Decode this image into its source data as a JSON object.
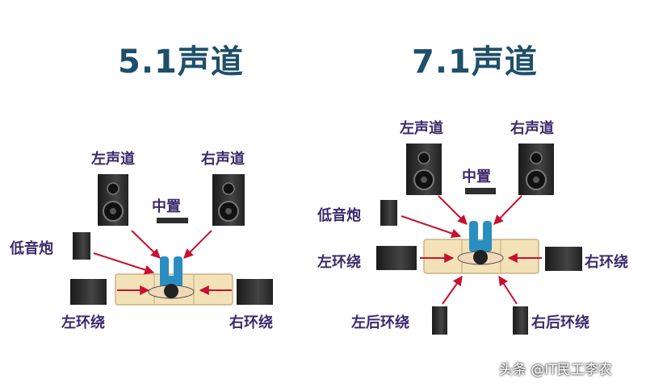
{
  "diagrams": [
    {
      "title": "5.1声道",
      "labels": {
        "front_left": "左声道",
        "front_right": "右声道",
        "center": "中置",
        "subwoofer": "低音炮",
        "surround_left": "左环绕",
        "surround_right": "右环绕"
      }
    },
    {
      "title": "7.1声道",
      "labels": {
        "front_left": "左声道",
        "front_right": "右声道",
        "center": "中置",
        "subwoofer": "低音炮",
        "surround_left": "左环绕",
        "surround_right": "右环绕",
        "rear_left": "左后环绕",
        "rear_right": "右后环绕"
      }
    }
  ],
  "watermark": "头条 @IT民工李农",
  "colors": {
    "title": "#1f4f6a",
    "label": "#3b2a6b",
    "arrow": "#c8102e",
    "sofa": "#f3e2b8",
    "speaker": "#2e2e2e"
  }
}
